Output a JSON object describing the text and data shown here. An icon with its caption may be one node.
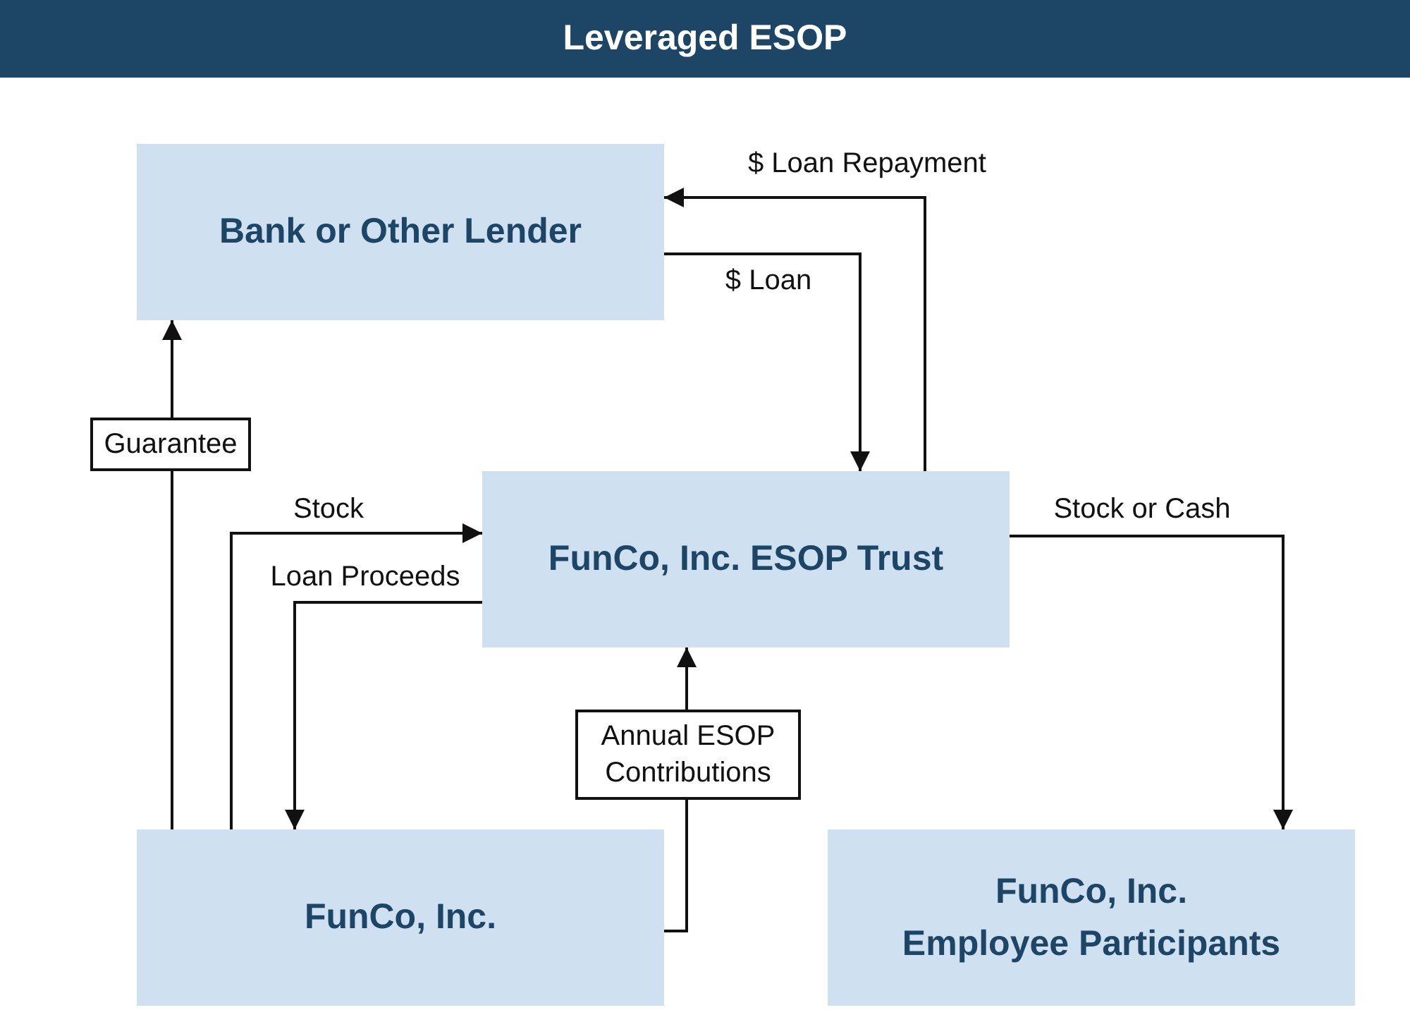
{
  "diagram": {
    "title": "Leveraged ESOP",
    "nodes": [
      {
        "text": [
          "Bank or Other Lender"
        ]
      },
      {
        "text": [
          "FunCo, Inc. ESOP Trust"
        ]
      },
      {
        "text": [
          "FunCo, Inc."
        ]
      },
      {
        "text": [
          "FunCo, Inc. Employee Participants"
        ]
      }
    ],
    "edges": [
      {
        "from": 1,
        "to": 0,
        "arrow": "to",
        "label": "$ Loan Repayment"
      },
      {
        "from": 0,
        "to": 1,
        "arrow": "to",
        "label": "$ Loan"
      },
      {
        "from": 2,
        "to": 0,
        "arrow": "to",
        "label": "Guarantee"
      },
      {
        "from": 2,
        "to": 1,
        "arrow": "to",
        "label": "Stock"
      },
      {
        "from": 1,
        "to": 2,
        "arrow": "to",
        "label": "Loan Proceeds"
      },
      {
        "from": 2,
        "to": 1,
        "arrow": "to",
        "label": "Annual ESOP Contributions"
      },
      {
        "from": 1,
        "to": 3,
        "arrow": "to",
        "label": "Stock or Cash"
      }
    ]
  }
}
